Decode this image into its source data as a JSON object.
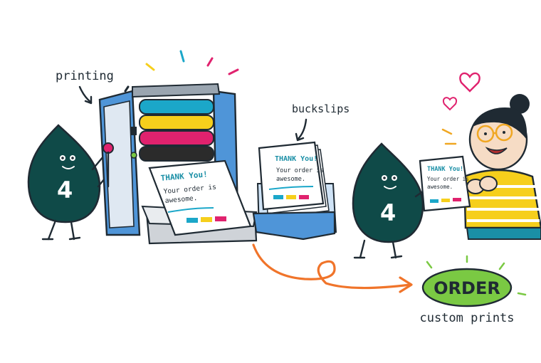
{
  "labels": {
    "printing": "printing",
    "buckslips": "buckslips"
  },
  "mascot": {
    "number": "4"
  },
  "slip": {
    "heading": "THANK You!",
    "line1": "Your order is",
    "line2": "awesome."
  },
  "cta": {
    "order": "ORDER",
    "caption": "custom prints"
  },
  "colors": {
    "cyan": "#1ba7c9",
    "yellow": "#f6cf1c",
    "magenta": "#e0226e",
    "black": "#2b2b2b",
    "teal_ink": "#0f4a48",
    "orange": "#f0742a",
    "green": "#7ac943",
    "press_blue": "#4f95d8"
  },
  "icons": [
    "ink-drop-mascot-icon",
    "printing-press-icon",
    "heart-icon",
    "arrow-icon"
  ]
}
